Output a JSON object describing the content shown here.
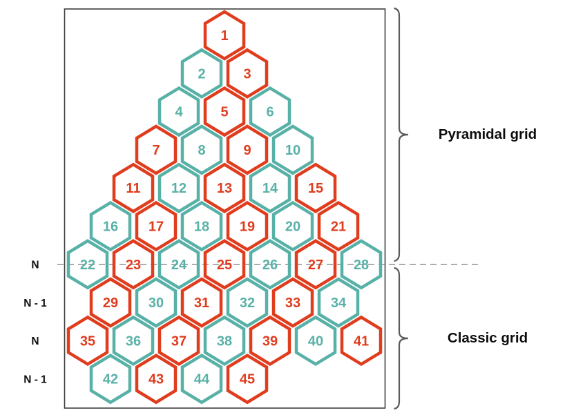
{
  "diagram": {
    "section_labels": {
      "pyramidal": "Pyramidal grid",
      "classic": "Classic grid"
    },
    "row_labels": [
      "N",
      "N - 1",
      "N",
      "N - 1"
    ],
    "colors": {
      "red": "#E03C1E",
      "teal": "#58B1A7",
      "box_border": "#3D3D3D",
      "brace": "#5A5A5A",
      "dashed_line": "#909090",
      "label_text": "#0D0D0D"
    }
  },
  "hex_grid": {
    "rows": [
      {
        "section": "pyramidal",
        "cells": [
          {
            "n": 1,
            "color": "red"
          }
        ]
      },
      {
        "section": "pyramidal",
        "cells": [
          {
            "n": 2,
            "color": "teal"
          },
          {
            "n": 3,
            "color": "red"
          }
        ]
      },
      {
        "section": "pyramidal",
        "cells": [
          {
            "n": 4,
            "color": "teal"
          },
          {
            "n": 5,
            "color": "red"
          },
          {
            "n": 6,
            "color": "teal"
          }
        ]
      },
      {
        "section": "pyramidal",
        "cells": [
          {
            "n": 7,
            "color": "red"
          },
          {
            "n": 8,
            "color": "teal"
          },
          {
            "n": 9,
            "color": "red"
          },
          {
            "n": 10,
            "color": "teal"
          }
        ]
      },
      {
        "section": "pyramidal",
        "cells": [
          {
            "n": 11,
            "color": "red"
          },
          {
            "n": 12,
            "color": "teal"
          },
          {
            "n": 13,
            "color": "red"
          },
          {
            "n": 14,
            "color": "teal"
          },
          {
            "n": 15,
            "color": "red"
          }
        ]
      },
      {
        "section": "pyramidal",
        "cells": [
          {
            "n": 16,
            "color": "teal"
          },
          {
            "n": 17,
            "color": "red"
          },
          {
            "n": 18,
            "color": "teal"
          },
          {
            "n": 19,
            "color": "red"
          },
          {
            "n": 20,
            "color": "teal"
          },
          {
            "n": 21,
            "color": "red"
          }
        ]
      },
      {
        "section": "boundary-N",
        "cells": [
          {
            "n": 22,
            "color": "teal"
          },
          {
            "n": 23,
            "color": "red"
          },
          {
            "n": 24,
            "color": "teal"
          },
          {
            "n": 25,
            "color": "red"
          },
          {
            "n": 26,
            "color": "teal"
          },
          {
            "n": 27,
            "color": "red"
          },
          {
            "n": 28,
            "color": "teal"
          }
        ]
      },
      {
        "section": "classic-N-1",
        "cells": [
          {
            "n": 29,
            "color": "red"
          },
          {
            "n": 30,
            "color": "teal"
          },
          {
            "n": 31,
            "color": "red"
          },
          {
            "n": 32,
            "color": "teal"
          },
          {
            "n": 33,
            "color": "red"
          },
          {
            "n": 34,
            "color": "teal"
          }
        ]
      },
      {
        "section": "classic-N",
        "cells": [
          {
            "n": 35,
            "color": "red"
          },
          {
            "n": 36,
            "color": "teal"
          },
          {
            "n": 37,
            "color": "red"
          },
          {
            "n": 38,
            "color": "teal"
          },
          {
            "n": 39,
            "color": "red"
          },
          {
            "n": 40,
            "color": "teal"
          },
          {
            "n": 41,
            "color": "red"
          }
        ]
      },
      {
        "section": "classic-N-1",
        "cells": [
          {
            "n": 42,
            "color": "teal"
          },
          {
            "n": 43,
            "color": "red"
          },
          {
            "n": 44,
            "color": "teal"
          },
          {
            "n": 45,
            "color": "red"
          }
        ]
      }
    ]
  }
}
